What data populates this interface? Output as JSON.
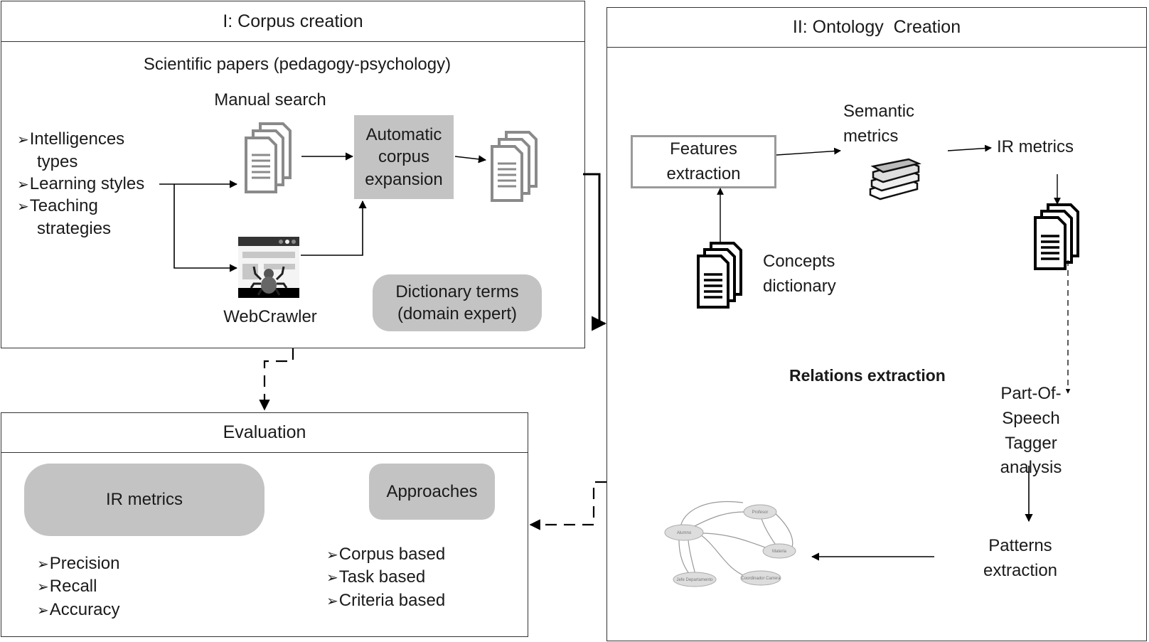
{
  "corpus_panel": {
    "title": "I: Corpus creation",
    "subtitle": "Scientific papers (pedagogy-psychology)",
    "manual_search_label": "Manual search",
    "topics": [
      "Intelligences types",
      "Learning styles",
      "Teaching strategies"
    ],
    "topics_lines": [
      [
        "Intelligences",
        "types"
      ],
      [
        "Learning styles"
      ],
      [
        "Teaching",
        "strategies"
      ]
    ],
    "auto_expansion_label": [
      "Automatic",
      "corpus",
      "expansion"
    ],
    "webcrawler_label": "WebCrawler",
    "dictionary_terms_label": [
      "Dictionary terms",
      "(domain expert)"
    ],
    "icons": [
      "documents-stack-icon",
      "web-crawler-spider-icon"
    ]
  },
  "ontology_panel": {
    "title": "II: Ontology  Creation",
    "features_extraction_label": [
      "Features",
      "extraction"
    ],
    "semantic_metrics_label": [
      "Semantic",
      "metrics"
    ],
    "ir_metrics_label": "IR metrics",
    "concepts_dictionary_label": [
      "Concepts",
      "dictionary"
    ],
    "relations_extraction_label": "Relations extraction",
    "pos_tagger_label": [
      "Part-Of-",
      "Speech",
      "Tagger",
      "analysis"
    ],
    "patterns_extraction_label": [
      "Patterns",
      "extraction"
    ],
    "ontology_graph": {
      "nodes": [
        "Alumno",
        "Profesor",
        "Materia",
        "Jefe Departamento",
        "Coordinador Carrera"
      ]
    },
    "icons": [
      "books-stack-icon",
      "documents-stack-icon"
    ]
  },
  "evaluation_panel": {
    "title": "Evaluation",
    "ir_metrics_label": "IR metrics",
    "ir_metrics_items": [
      "Precision",
      "Recall",
      "Accuracy"
    ],
    "approaches_label": "Approaches",
    "approaches_items": [
      "Corpus based",
      "Task based",
      "Criteria based"
    ]
  },
  "colors": {
    "gray_box": "#c3c3c3",
    "border": "#333333",
    "doc_icon_gray": "#8a8a8a"
  }
}
